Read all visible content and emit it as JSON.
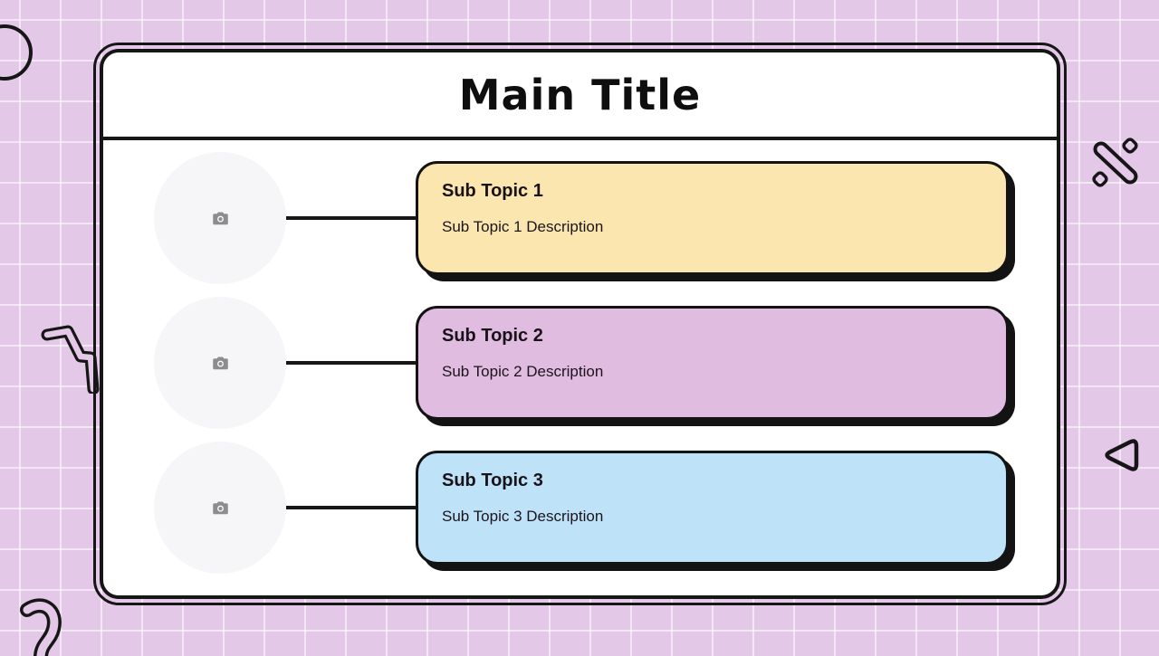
{
  "slide": {
    "title": "Main Title"
  },
  "topics": [
    {
      "title": "Sub Topic 1",
      "description": "Sub Topic 1 Description",
      "color": "#FAE6AE"
    },
    {
      "title": "Sub Topic 2",
      "description": "Sub Topic 2 Description",
      "color": "#DFBCE0"
    },
    {
      "title": "Sub Topic 3",
      "description": "Sub Topic 3 Description",
      "color": "#BEE3F8"
    }
  ],
  "placeholders": [
    {
      "icon": "camera-icon"
    },
    {
      "icon": "camera-icon"
    },
    {
      "icon": "camera-icon"
    }
  ],
  "colors": {
    "background": "#E4C8E8",
    "grid_line": "rgba(255,255,255,0.55)",
    "stroke": "#161616",
    "card_fill": "#ffffff",
    "placeholder_fill": "#F6F6F8",
    "camera_icon": "#8d8d8d",
    "shadow": "#131313"
  },
  "decorations": [
    "partial-circle-top-left",
    "percent-doodle-right",
    "zigzag-doodle-left",
    "triangle-doodle-right",
    "squiggle-doodle-bottom-left"
  ]
}
